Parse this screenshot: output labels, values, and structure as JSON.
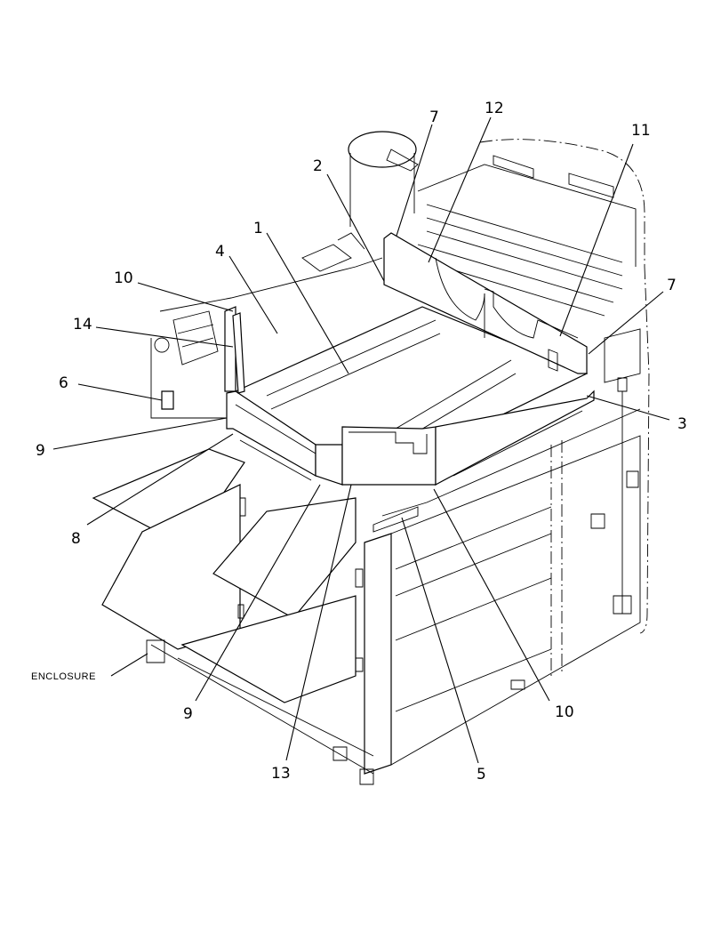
{
  "callouts": {
    "c1": "1",
    "c2": "2",
    "c3": "3",
    "c4": "4",
    "c5": "5",
    "c6": "6",
    "c7a": "7",
    "c7b": "7",
    "c8": "8",
    "c9a": "9",
    "c9b": "9",
    "c10a": "10",
    "c10b": "10",
    "c11": "11",
    "c12": "12",
    "c13": "13",
    "c14": "14"
  },
  "labels": {
    "enclosure": "ENCLOSURE"
  }
}
